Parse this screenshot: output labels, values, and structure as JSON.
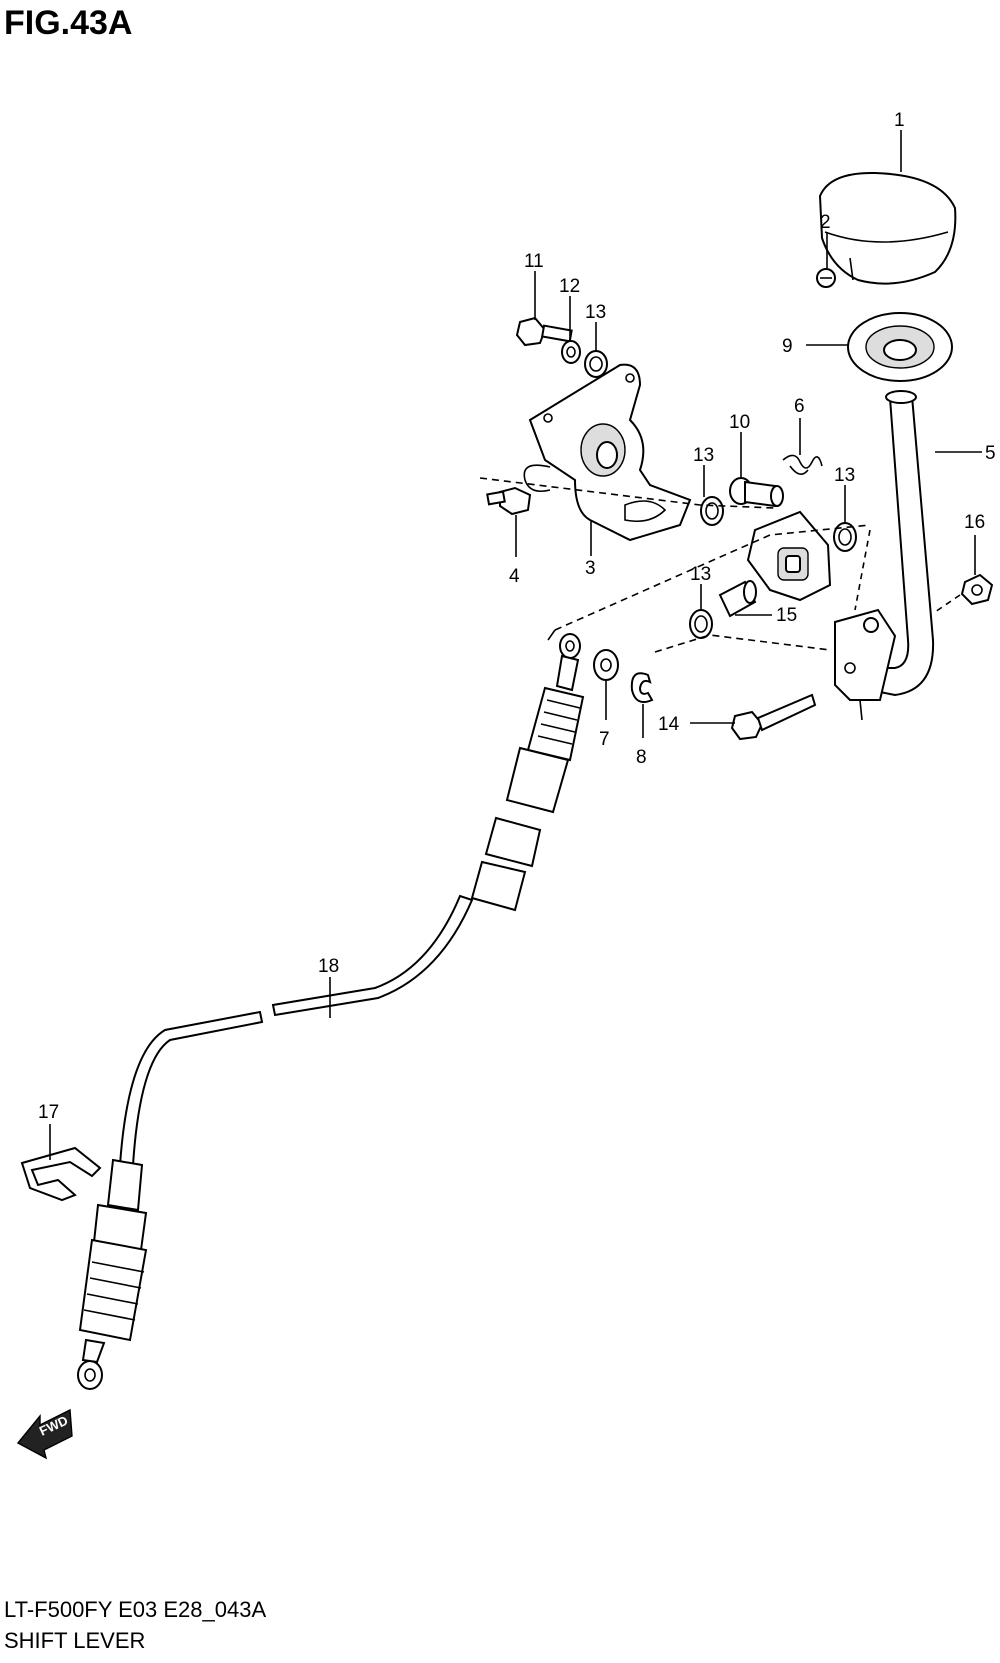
{
  "figure": {
    "title": "FIG.43A",
    "model_code": "LT-F500FY E03 E28_043A",
    "section_name": "SHIFT LEVER"
  },
  "callouts": [
    "1",
    "2",
    "3",
    "4",
    "5",
    "6",
    "7",
    "8",
    "9",
    "10",
    "11",
    "12",
    "13",
    "13",
    "13",
    "13",
    "14",
    "15",
    "16",
    "17",
    "18"
  ],
  "direction_marker": {
    "label": "FWD",
    "icon": "forward-arrow-icon"
  }
}
